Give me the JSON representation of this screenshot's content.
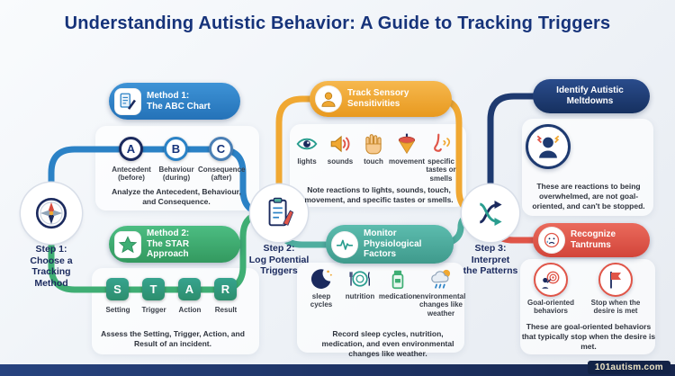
{
  "title": "Understanding Autistic Behavior: A Guide to Tracking Triggers",
  "palette": {
    "title_navy": "#16337a",
    "method1_blue": "#2b82c6",
    "method2_green": "#3fae74",
    "sensory_yellow": "#f0a832",
    "physiological_teal": "#4fae9f",
    "meltdown_navy": "#1e3a70",
    "tantrum_red": "#e05548"
  },
  "steps": {
    "step1": {
      "label": "Step 1:\nChoose a\nTracking\nMethod",
      "icon": "compass-icon"
    },
    "step2": {
      "label": "Step 2:\nLog Potential\nTriggers",
      "icon": "checklist-pencil-icon"
    },
    "step3": {
      "label": "Step 3:\nInterpret\nthe Patterns",
      "icon": "crossed-arrows-icon"
    }
  },
  "method1": {
    "title": "Method 1:\nThe ABC Chart",
    "icon": "document-pencil-icon",
    "items": [
      {
        "letter": "A",
        "label": "Antecedent (before)"
      },
      {
        "letter": "B",
        "label": "Behaviour (during)"
      },
      {
        "letter": "C",
        "label": "Consequence (after)"
      }
    ],
    "description": "Analyze the Antecedent, Behaviour, and Consequence."
  },
  "method2": {
    "title": "Method 2:\nThe STAR Approach",
    "icon": "star-icon",
    "items": [
      {
        "letter": "S",
        "label": "Setting"
      },
      {
        "letter": "T",
        "label": "Trigger"
      },
      {
        "letter": "A",
        "label": "Action"
      },
      {
        "letter": "R",
        "label": "Result"
      }
    ],
    "description": "Assess the Setting, Trigger, Action, and Result of an incident."
  },
  "sensory": {
    "title": "Track Sensory\nSensitivities",
    "icon": "person-icon",
    "items": [
      {
        "icon": "eye-icon",
        "label": "lights"
      },
      {
        "icon": "speaker-icon",
        "label": "sounds"
      },
      {
        "icon": "hand-icon",
        "label": "touch"
      },
      {
        "icon": "spinning-top-icon",
        "label": "movement"
      },
      {
        "icon": "nose-icon",
        "label": "specific tastes or smells"
      }
    ],
    "description": "Note reactions to lights, sounds, touch, movement, and specific tastes or smells."
  },
  "physiological": {
    "title": "Monitor\nPhysiological\nFactors",
    "icon": "heartbeat-icon",
    "items": [
      {
        "icon": "moon-icon",
        "label": "sleep cycles"
      },
      {
        "icon": "nutrition-plate-icon",
        "label": "nutrition"
      },
      {
        "icon": "medication-bottle-icon",
        "label": "medication"
      },
      {
        "icon": "weather-cloud-icon",
        "label": "environmental changes like weather"
      }
    ],
    "description": "Record sleep cycles, nutrition, medication, and even environmental changes like weather."
  },
  "meltdowns": {
    "title": "Identify Autistic\nMeltdowns",
    "icon": "overwhelmed-person-icon",
    "description": "These are reactions to being overwhelmed, are not goal-oriented, and can't be stopped."
  },
  "tantrums": {
    "title": "Recognize\nTantrums",
    "icon": "crying-face-icon",
    "items": [
      {
        "icon": "goal-target-icon",
        "label": "Goal-oriented behaviors"
      },
      {
        "icon": "flag-icon",
        "label": "Stop when the desire is met"
      }
    ],
    "description": "These are goal-oriented behaviors that typically stop when the desire is met."
  },
  "footer": {
    "watermark": "101autism.com"
  }
}
